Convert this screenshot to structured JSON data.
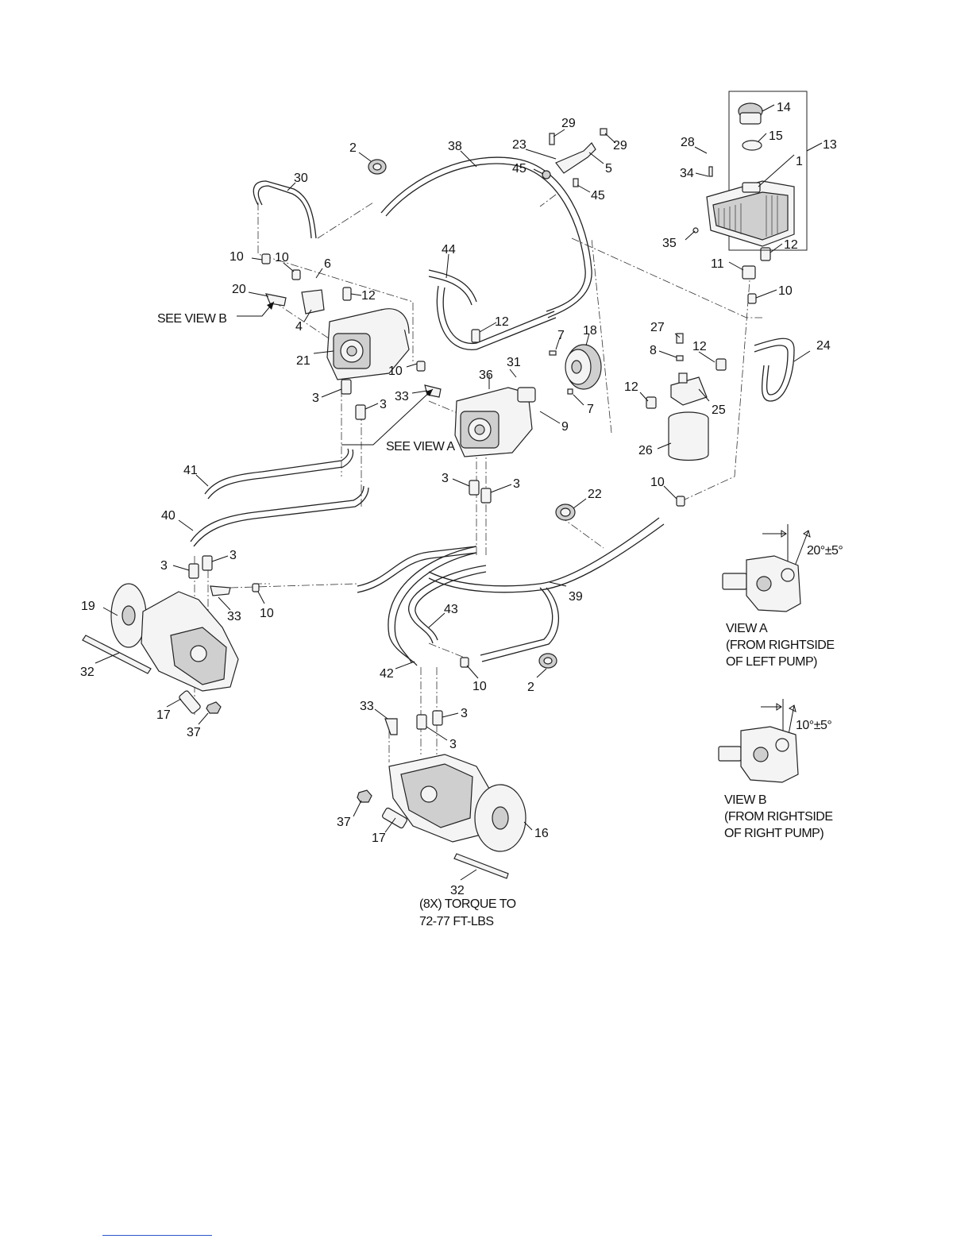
{
  "callouts": [
    {
      "id": "c1",
      "text": "1"
    },
    {
      "id": "c2a",
      "text": "2"
    },
    {
      "id": "c2b",
      "text": "2"
    },
    {
      "id": "c3a",
      "text": "3"
    },
    {
      "id": "c3b",
      "text": "3"
    },
    {
      "id": "c3c",
      "text": "3"
    },
    {
      "id": "c3d",
      "text": "3"
    },
    {
      "id": "c3e",
      "text": "3"
    },
    {
      "id": "c3f",
      "text": "3"
    },
    {
      "id": "c3g",
      "text": "3"
    },
    {
      "id": "c3h",
      "text": "3"
    },
    {
      "id": "c4",
      "text": "4"
    },
    {
      "id": "c5",
      "text": "5"
    },
    {
      "id": "c6",
      "text": "6"
    },
    {
      "id": "c7a",
      "text": "7"
    },
    {
      "id": "c7b",
      "text": "7"
    },
    {
      "id": "c8",
      "text": "8"
    },
    {
      "id": "c9",
      "text": "9"
    },
    {
      "id": "c10a",
      "text": "10"
    },
    {
      "id": "c10b",
      "text": "10"
    },
    {
      "id": "c10c",
      "text": "10"
    },
    {
      "id": "c10d",
      "text": "10"
    },
    {
      "id": "c10e",
      "text": "10"
    },
    {
      "id": "c10f",
      "text": "10"
    },
    {
      "id": "c10g",
      "text": "10"
    },
    {
      "id": "c11",
      "text": "11"
    },
    {
      "id": "c12a",
      "text": "12"
    },
    {
      "id": "c12b",
      "text": "12"
    },
    {
      "id": "c12c",
      "text": "12"
    },
    {
      "id": "c12d",
      "text": "12"
    },
    {
      "id": "c12e",
      "text": "12"
    },
    {
      "id": "c13",
      "text": "13"
    },
    {
      "id": "c14",
      "text": "14"
    },
    {
      "id": "c15",
      "text": "15"
    },
    {
      "id": "c16",
      "text": "16"
    },
    {
      "id": "c17a",
      "text": "17"
    },
    {
      "id": "c17b",
      "text": "17"
    },
    {
      "id": "c18",
      "text": "18"
    },
    {
      "id": "c19",
      "text": "19"
    },
    {
      "id": "c20",
      "text": "20"
    },
    {
      "id": "c21",
      "text": "21"
    },
    {
      "id": "c22",
      "text": "22"
    },
    {
      "id": "c23",
      "text": "23"
    },
    {
      "id": "c24",
      "text": "24"
    },
    {
      "id": "c25",
      "text": "25"
    },
    {
      "id": "c26",
      "text": "26"
    },
    {
      "id": "c27",
      "text": "27"
    },
    {
      "id": "c28",
      "text": "28"
    },
    {
      "id": "c29a",
      "text": "29"
    },
    {
      "id": "c29b",
      "text": "29"
    },
    {
      "id": "c30",
      "text": "30"
    },
    {
      "id": "c31",
      "text": "31"
    },
    {
      "id": "c32a",
      "text": "32"
    },
    {
      "id": "c32b",
      "text": "32"
    },
    {
      "id": "c33a",
      "text": "33"
    },
    {
      "id": "c33b",
      "text": "33"
    },
    {
      "id": "c33c",
      "text": "33"
    },
    {
      "id": "c34",
      "text": "34"
    },
    {
      "id": "c35",
      "text": "35"
    },
    {
      "id": "c36",
      "text": "36"
    },
    {
      "id": "c37a",
      "text": "37"
    },
    {
      "id": "c37b",
      "text": "37"
    },
    {
      "id": "c38",
      "text": "38"
    },
    {
      "id": "c39",
      "text": "39"
    },
    {
      "id": "c40",
      "text": "40"
    },
    {
      "id": "c41",
      "text": "41"
    },
    {
      "id": "c42",
      "text": "42"
    },
    {
      "id": "c43",
      "text": "43"
    },
    {
      "id": "c44",
      "text": "44"
    },
    {
      "id": "c45a",
      "text": "45"
    },
    {
      "id": "c45b",
      "text": "45"
    }
  ],
  "notes": {
    "see_view_b": "SEE VIEW B",
    "see_view_a": "SEE VIEW A",
    "view_a_angle": "20°±5°",
    "view_a_title": "VIEW A",
    "view_a_line1": "(FROM RIGHTSIDE",
    "view_a_line2": "OF LEFT PUMP)",
    "view_b_angle": "10°±5°",
    "view_b_title": "VIEW B",
    "view_b_line1": "(FROM RIGHTSIDE",
    "view_b_line2": "OF RIGHT PUMP)",
    "torque_line1": "(8X) TORQUE TO",
    "torque_line2": "72-77 FT-LBS"
  }
}
